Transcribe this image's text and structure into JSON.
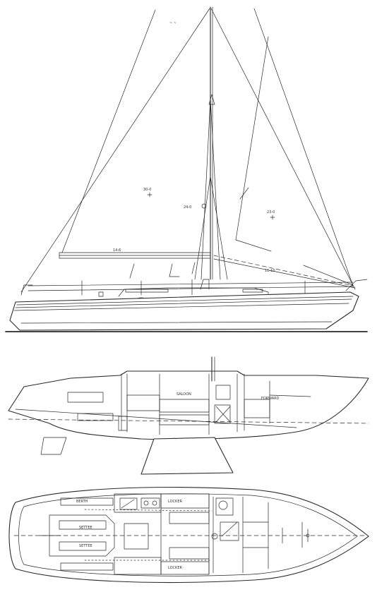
{
  "drawing": {
    "views": [
      "sail-plan-profile",
      "inboard-profile",
      "accommodation-plan"
    ]
  }
}
